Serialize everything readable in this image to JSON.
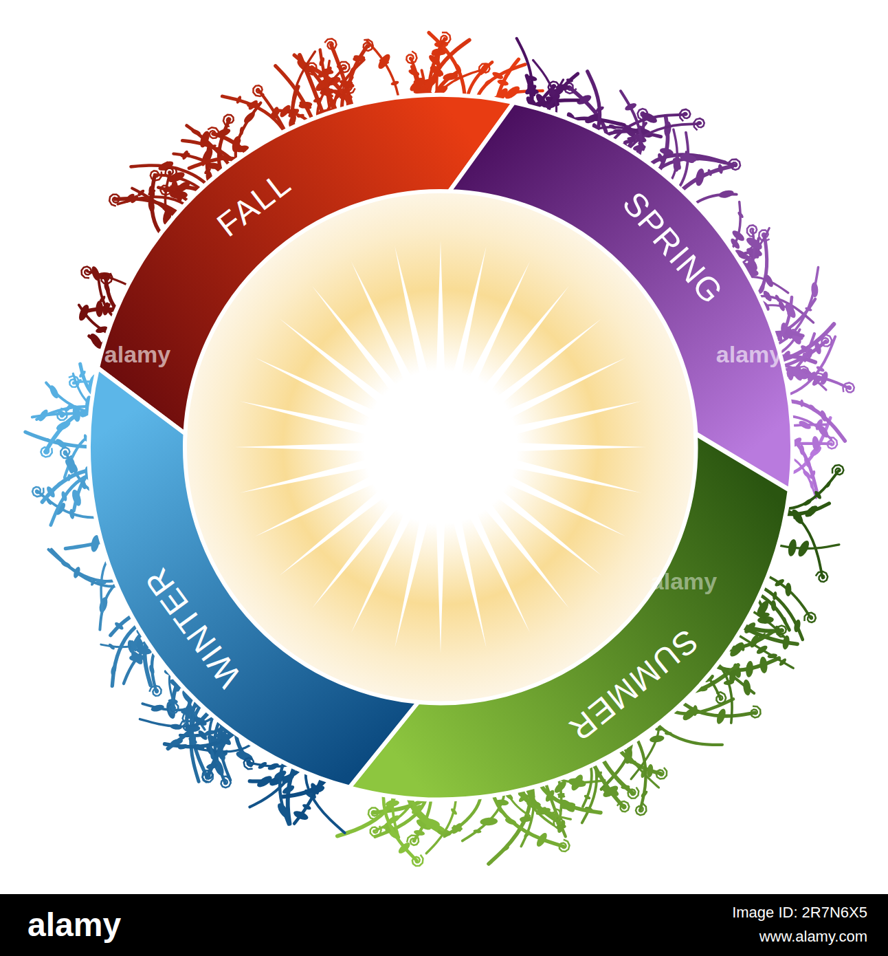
{
  "diagram": {
    "nodes": [
      {
        "text": [
          "FALL"
        ]
      },
      {
        "text": [
          "SPRING"
        ]
      },
      {
        "text": [
          "SUMMER"
        ]
      },
      {
        "text": [
          "WINTER"
        ]
      }
    ],
    "labels": [
      "alamy",
      "alamy",
      "alamy",
      "alamy",
      "Image ID: 2R7N6X5",
      "www.alamy.com"
    ]
  }
}
